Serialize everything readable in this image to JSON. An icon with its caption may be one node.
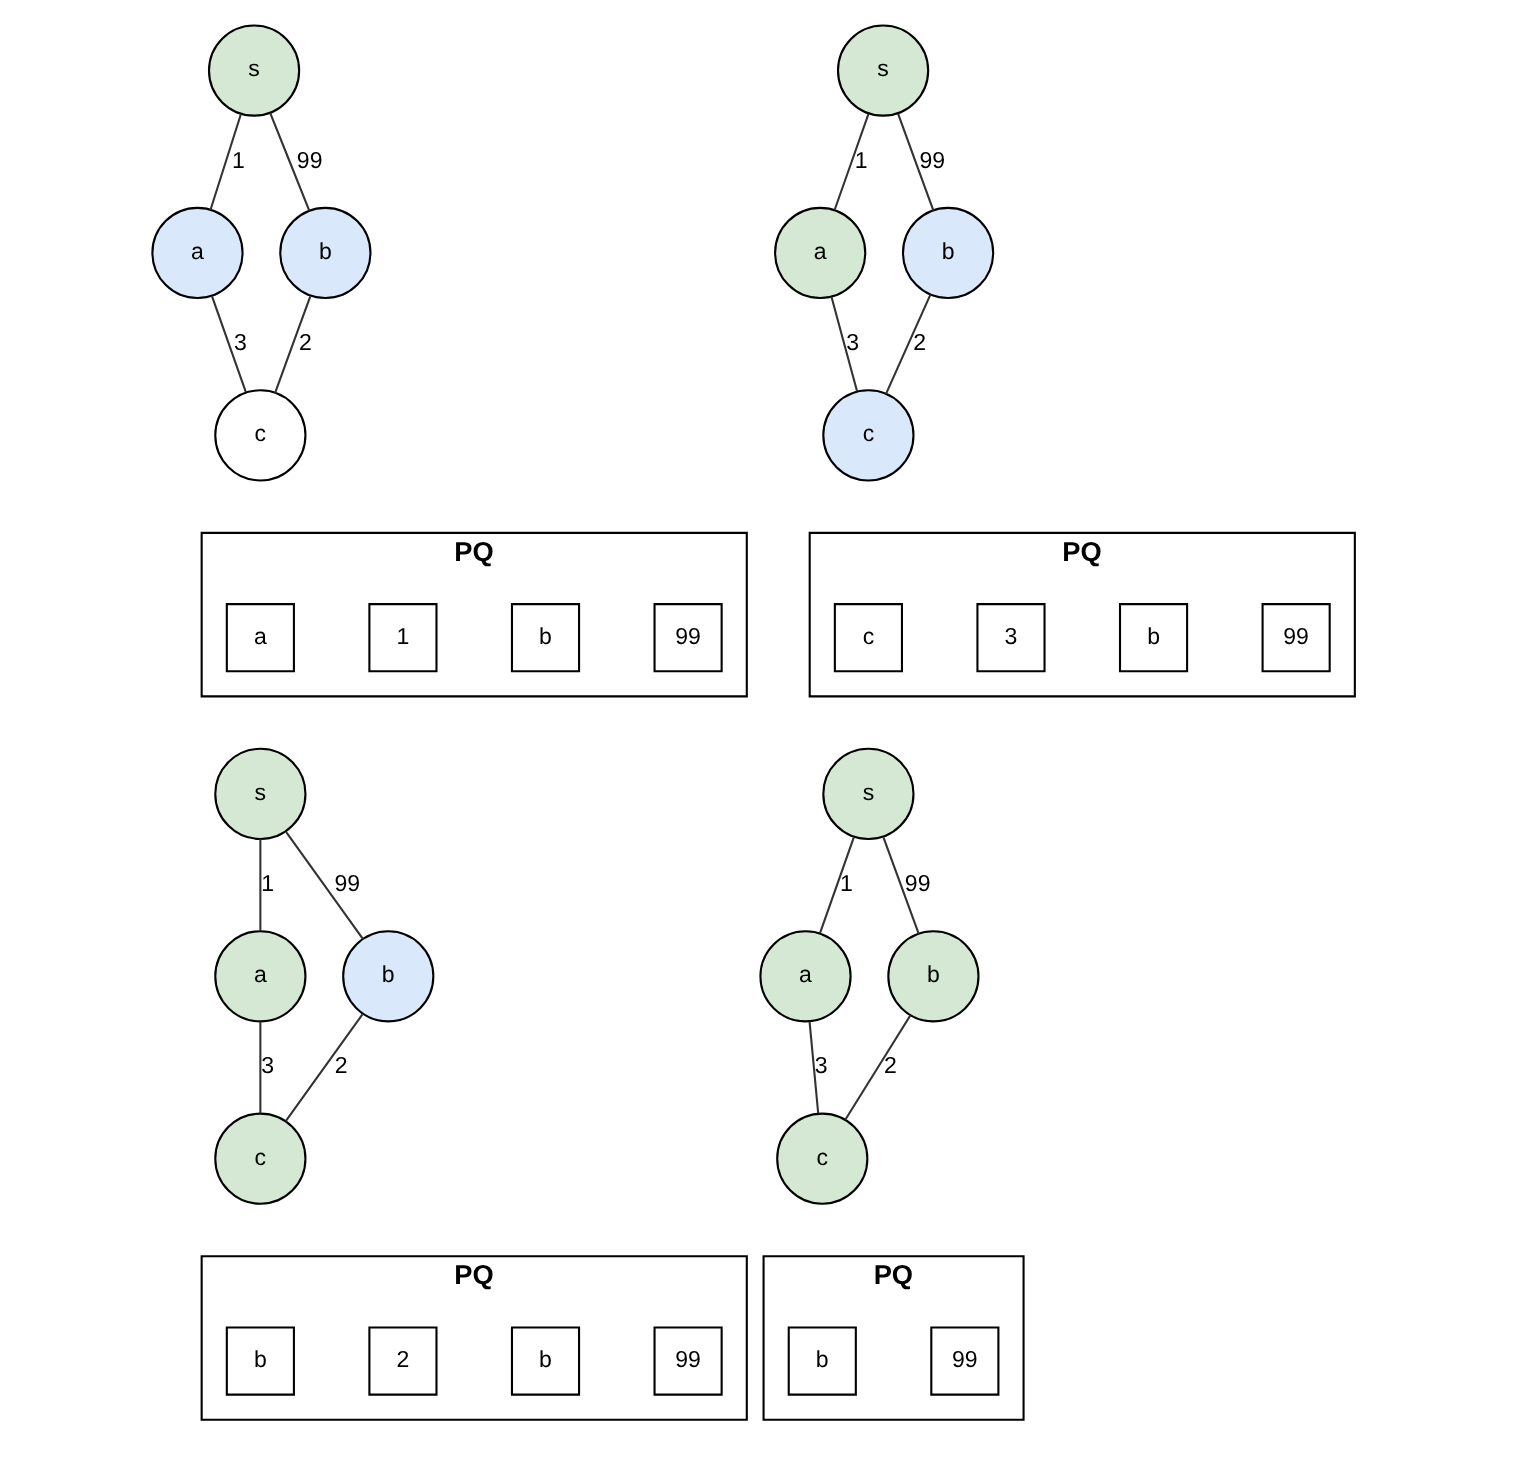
{
  "diagram": {
    "nodes": [
      {
        "text": [
          "s"
        ]
      },
      {
        "text": [
          "a"
        ]
      },
      {
        "text": [
          "b"
        ]
      },
      {
        "text": [
          "c"
        ]
      },
      {
        "text": [
          "PQ"
        ]
      },
      {
        "text": [
          "a"
        ],
        "in": 4
      },
      {
        "text": [
          "1"
        ],
        "in": 4
      },
      {
        "text": [
          "b"
        ],
        "in": 4
      },
      {
        "text": [
          "99"
        ],
        "in": 4
      },
      {
        "text": [
          "s"
        ]
      },
      {
        "text": [
          "a"
        ]
      },
      {
        "text": [
          "b"
        ]
      },
      {
        "text": [
          "c"
        ]
      },
      {
        "text": [
          "PQ"
        ]
      },
      {
        "text": [
          "c"
        ],
        "in": 13
      },
      {
        "text": [
          "3"
        ],
        "in": 13
      },
      {
        "text": [
          "b"
        ],
        "in": 13
      },
      {
        "text": [
          "99"
        ],
        "in": 13
      },
      {
        "text": [
          "s"
        ]
      },
      {
        "text": [
          "a"
        ]
      },
      {
        "text": [
          "b"
        ]
      },
      {
        "text": [
          "c"
        ]
      },
      {
        "text": [
          "PQ"
        ]
      },
      {
        "text": [
          "b"
        ],
        "in": 22
      },
      {
        "text": [
          "2"
        ],
        "in": 22
      },
      {
        "text": [
          "b"
        ],
        "in": 22
      },
      {
        "text": [
          "99"
        ],
        "in": 22
      },
      {
        "text": [
          "s"
        ]
      },
      {
        "text": [
          "a"
        ]
      },
      {
        "text": [
          "b"
        ]
      },
      {
        "text": [
          "c"
        ]
      },
      {
        "text": [
          "PQ"
        ]
      },
      {
        "text": [
          "b"
        ],
        "in": 31
      },
      {
        "text": [
          "99"
        ],
        "in": 31
      }
    ],
    "edges": [
      {
        "from": 0,
        "to": 1,
        "arrow": "none",
        "label": "1"
      },
      {
        "from": 1,
        "to": 3,
        "arrow": "none",
        "label": "3"
      },
      {
        "from": 0,
        "to": 2,
        "arrow": "none",
        "label": "99"
      },
      {
        "from": 2,
        "to": 3,
        "arrow": "none",
        "label": "2"
      },
      {
        "from": 9,
        "to": 10,
        "arrow": "none",
        "label": "1"
      },
      {
        "from": 10,
        "to": 12,
        "arrow": "none",
        "label": "3"
      },
      {
        "from": 9,
        "to": 11,
        "arrow": "none",
        "label": "99"
      },
      {
        "from": 11,
        "to": 12,
        "arrow": "none",
        "label": "2"
      },
      {
        "from": 18,
        "to": 19,
        "arrow": "none",
        "label": "1"
      },
      {
        "from": 19,
        "to": 21,
        "arrow": "none",
        "label": "3"
      },
      {
        "from": 18,
        "to": 20,
        "arrow": "none",
        "label": "99"
      },
      {
        "from": 20,
        "to": 21,
        "arrow": "none",
        "label": "2"
      },
      {
        "from": 27,
        "to": 28,
        "arrow": "none",
        "label": "1"
      },
      {
        "from": 28,
        "to": 30,
        "arrow": "none",
        "label": "3"
      },
      {
        "from": 27,
        "to": 29,
        "arrow": "none",
        "label": "99"
      },
      {
        "from": 29,
        "to": 30,
        "arrow": "none",
        "label": "2"
      }
    ]
  }
}
